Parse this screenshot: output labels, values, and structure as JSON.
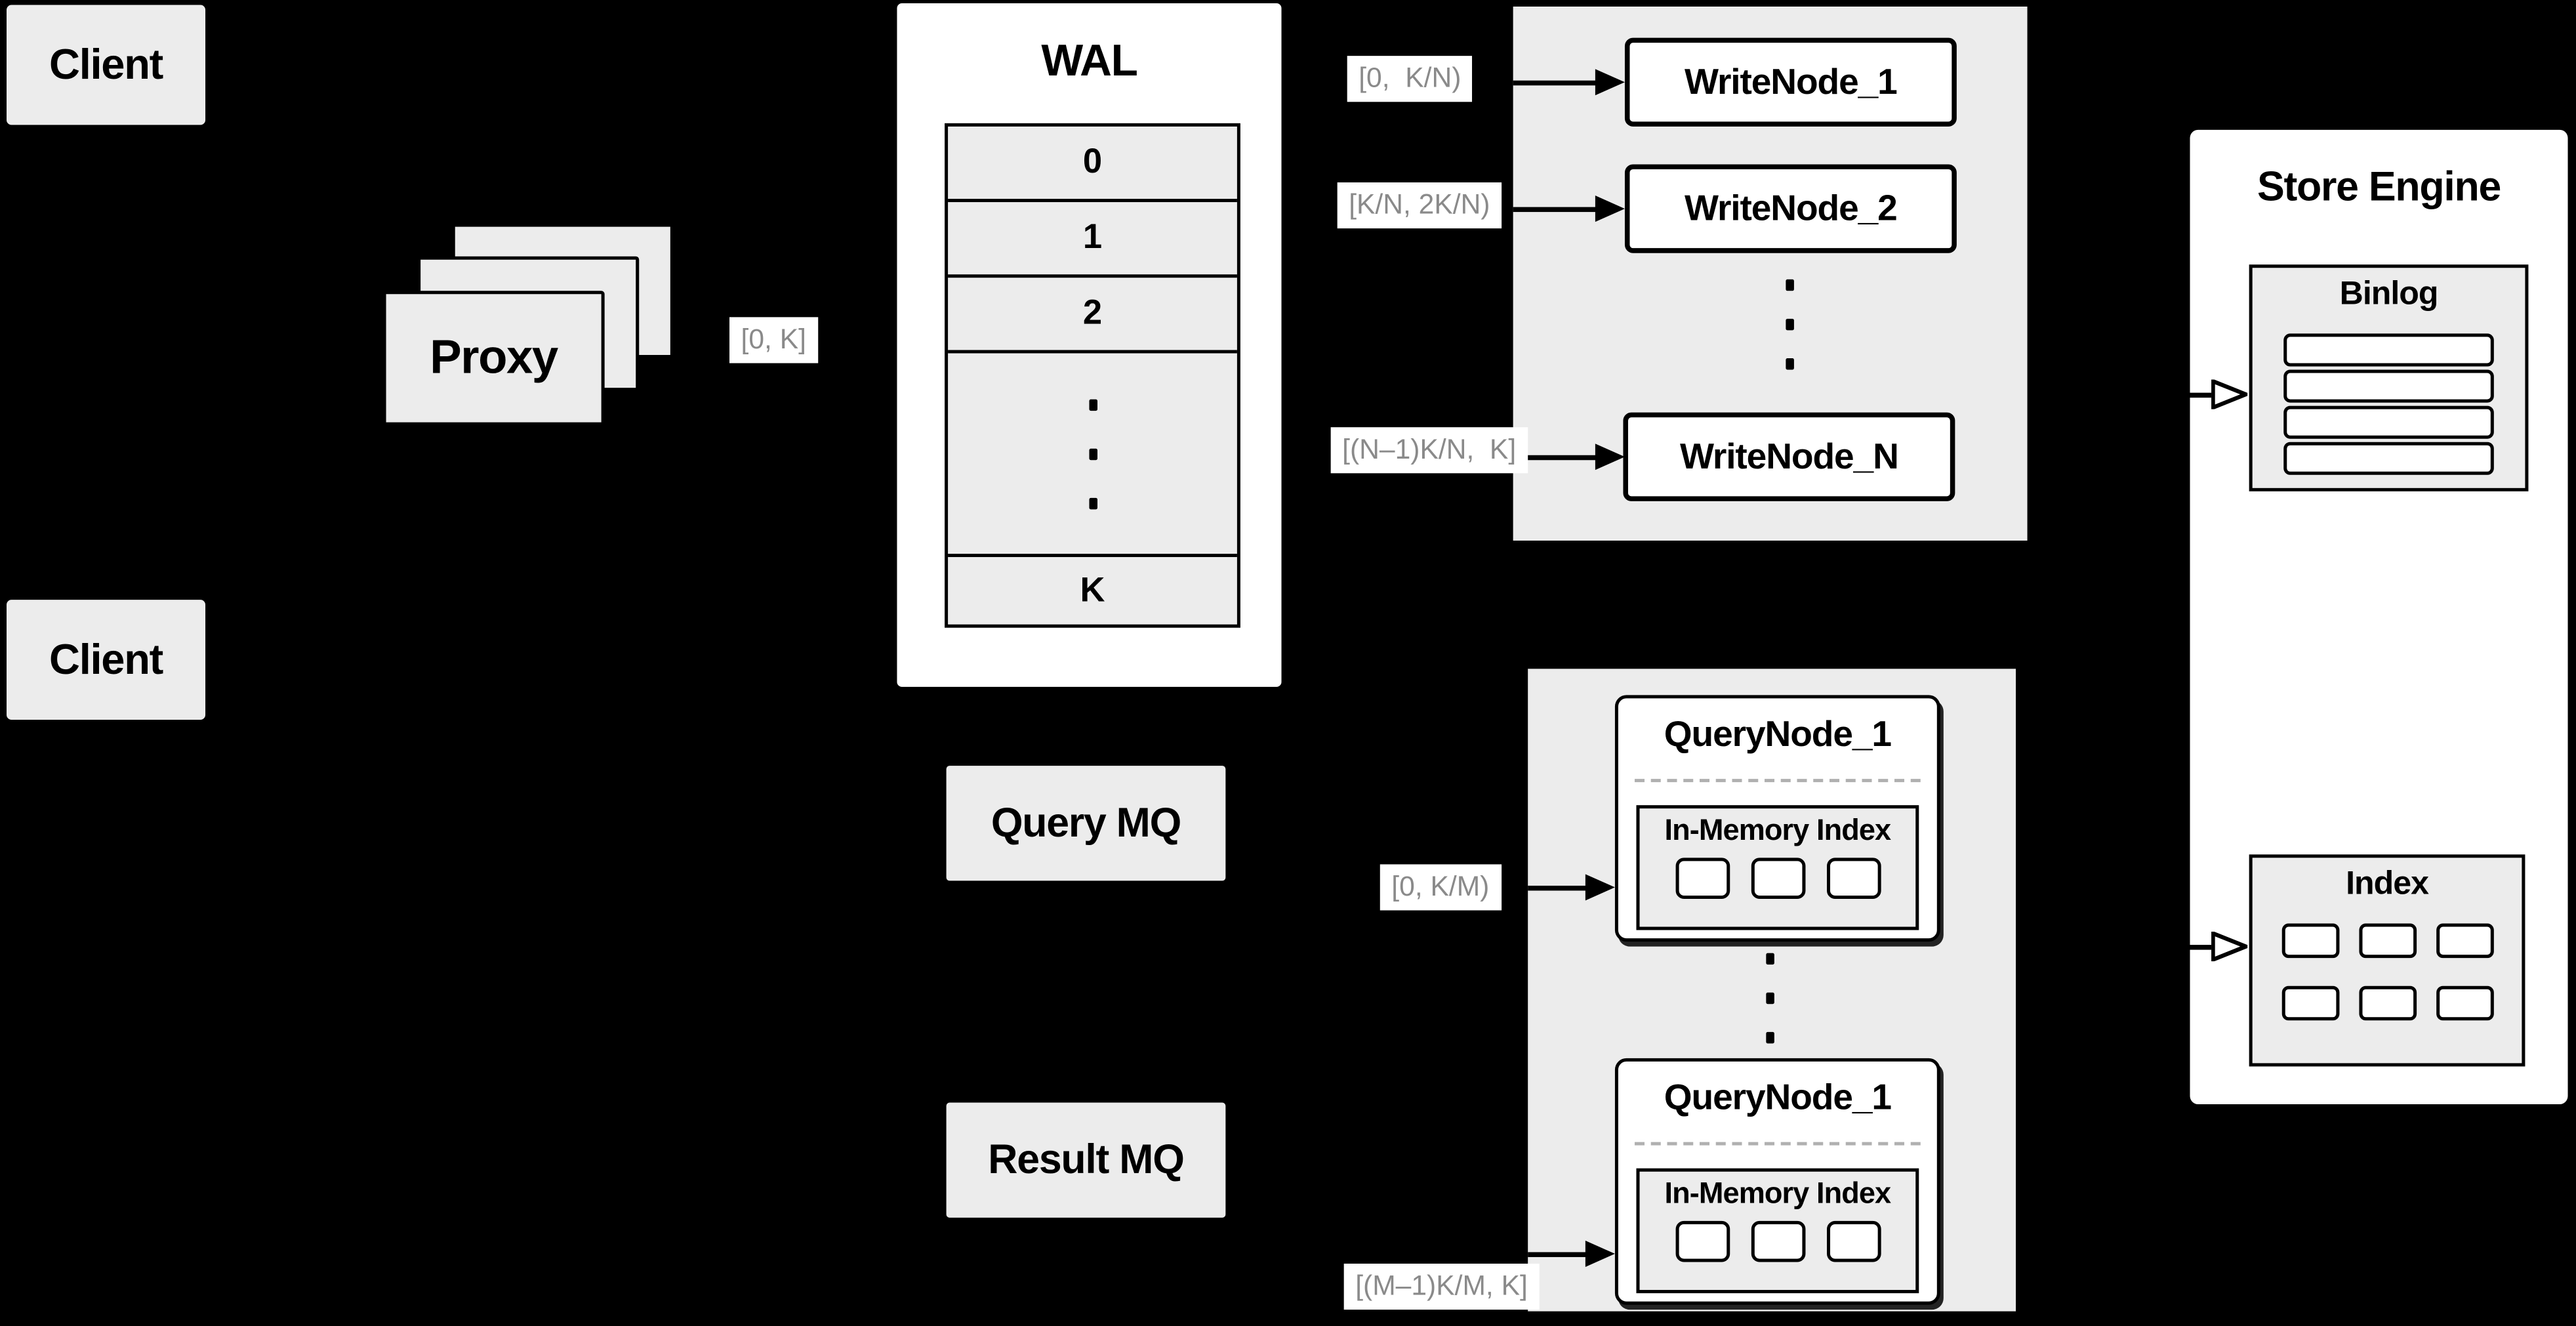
{
  "clients": {
    "top": "Client",
    "bottom": "Client"
  },
  "proxy": {
    "label": "Proxy",
    "range": "[0, K]"
  },
  "wal": {
    "title": "WAL",
    "rows": [
      "0",
      "1",
      "2"
    ],
    "last_row": "K"
  },
  "write_cluster": {
    "node1": "WriteNode_1",
    "node2": "WriteNode_2",
    "nodeN": "WriteNode_N",
    "range1": "[0,  K/N)",
    "range2": "[K/N, 2K/N)",
    "rangeN": "[(N–1)K/N,  K]"
  },
  "store_engine": {
    "title": "Store Engine",
    "binlog_title": "Binlog",
    "binlog_row_count": 4,
    "index_title": "Index",
    "index_cell_count": 6
  },
  "query_cluster": {
    "node1_title": "QueryNode_1",
    "node2_title": "QueryNode_1",
    "inmem_title": "In-Memory Index",
    "inmem_cell_count": 3,
    "range1": "[0, K/M)",
    "range2": "[(M–1)K/M, K]"
  },
  "mq": {
    "query": "Query MQ",
    "result": "Result MQ"
  },
  "colors": {
    "background": "#000000",
    "surface_gray": "#ececec",
    "node_white": "#ffffff",
    "line_black": "#000000",
    "label_gray": "#8a8a8a"
  }
}
